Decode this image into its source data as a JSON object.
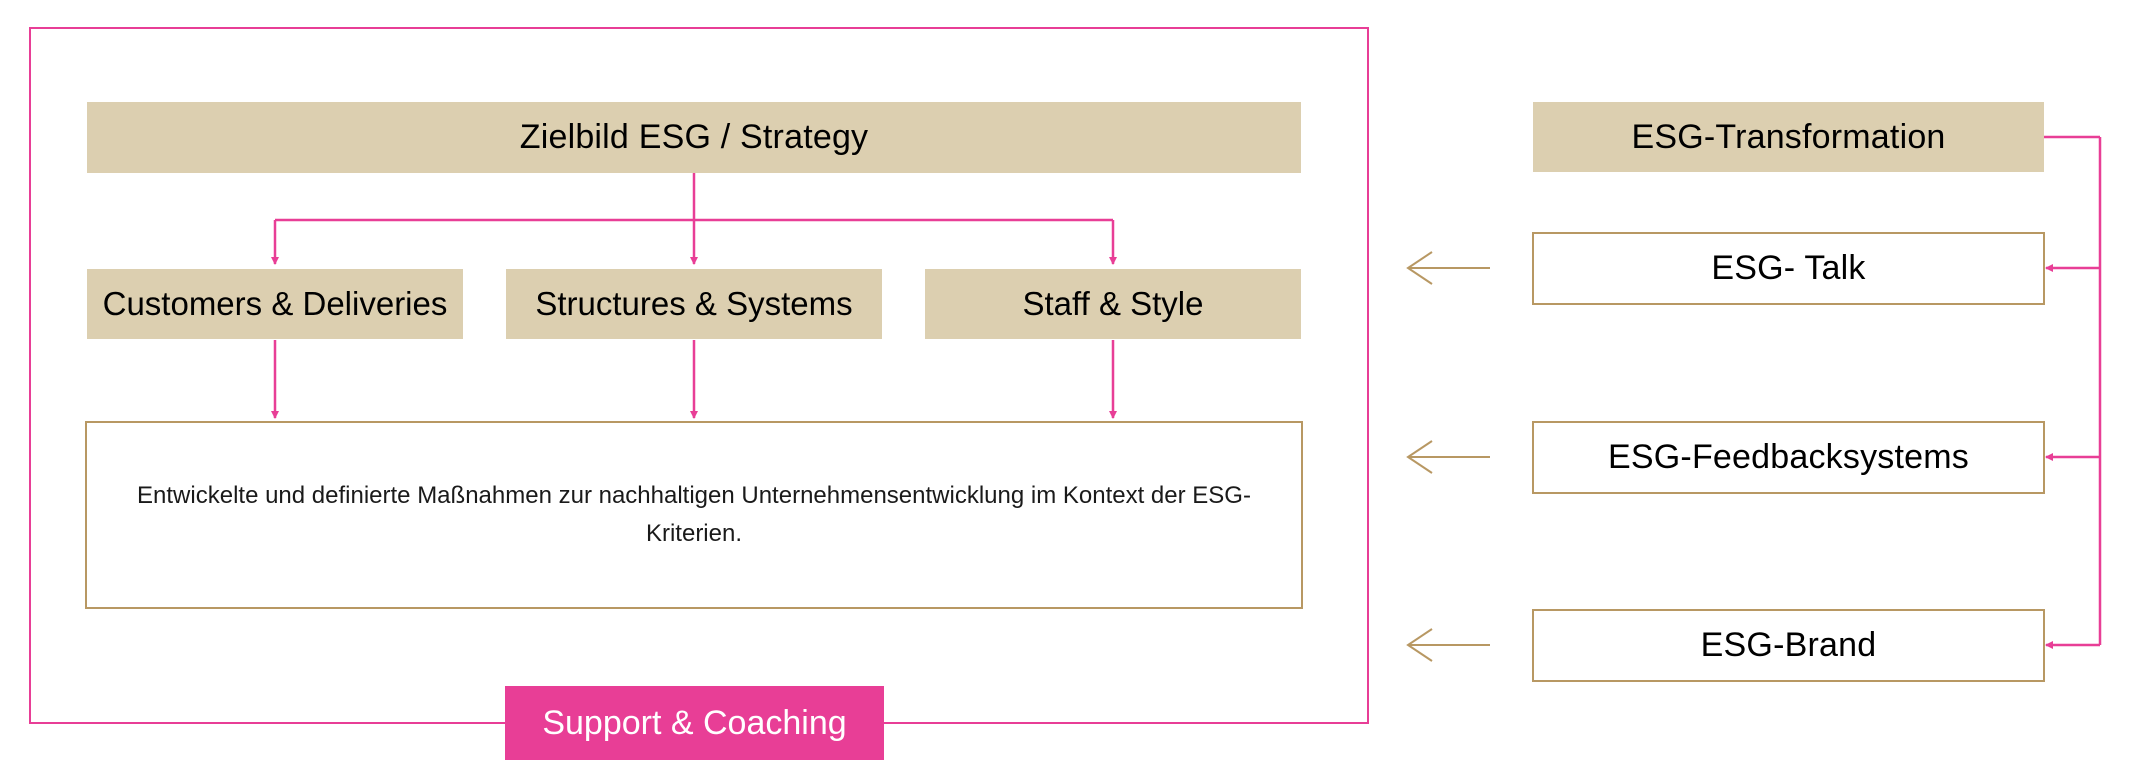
{
  "frame_label": "Support & Coaching",
  "strategy": {
    "title": "Zielbild ESG / Strategy"
  },
  "pillars": [
    {
      "label": "Customers & Deliveries"
    },
    {
      "label": "Structures & Systems"
    },
    {
      "label": "Staff & Style"
    }
  ],
  "outcome": {
    "text": "Entwickelte und definierte Maßnahmen zur nachhaltigen Unternehmensentwicklung im Kontext der ESG-Kriterien."
  },
  "transformation": {
    "title": "ESG-Transformation",
    "items": [
      {
        "label": "ESG- Talk"
      },
      {
        "label": "ESG-Feedbacksystems"
      },
      {
        "label": "ESG-Brand"
      }
    ]
  },
  "colors": {
    "accent": "#e83e96",
    "beige": "#dccfb0",
    "outline": "#b89863"
  }
}
